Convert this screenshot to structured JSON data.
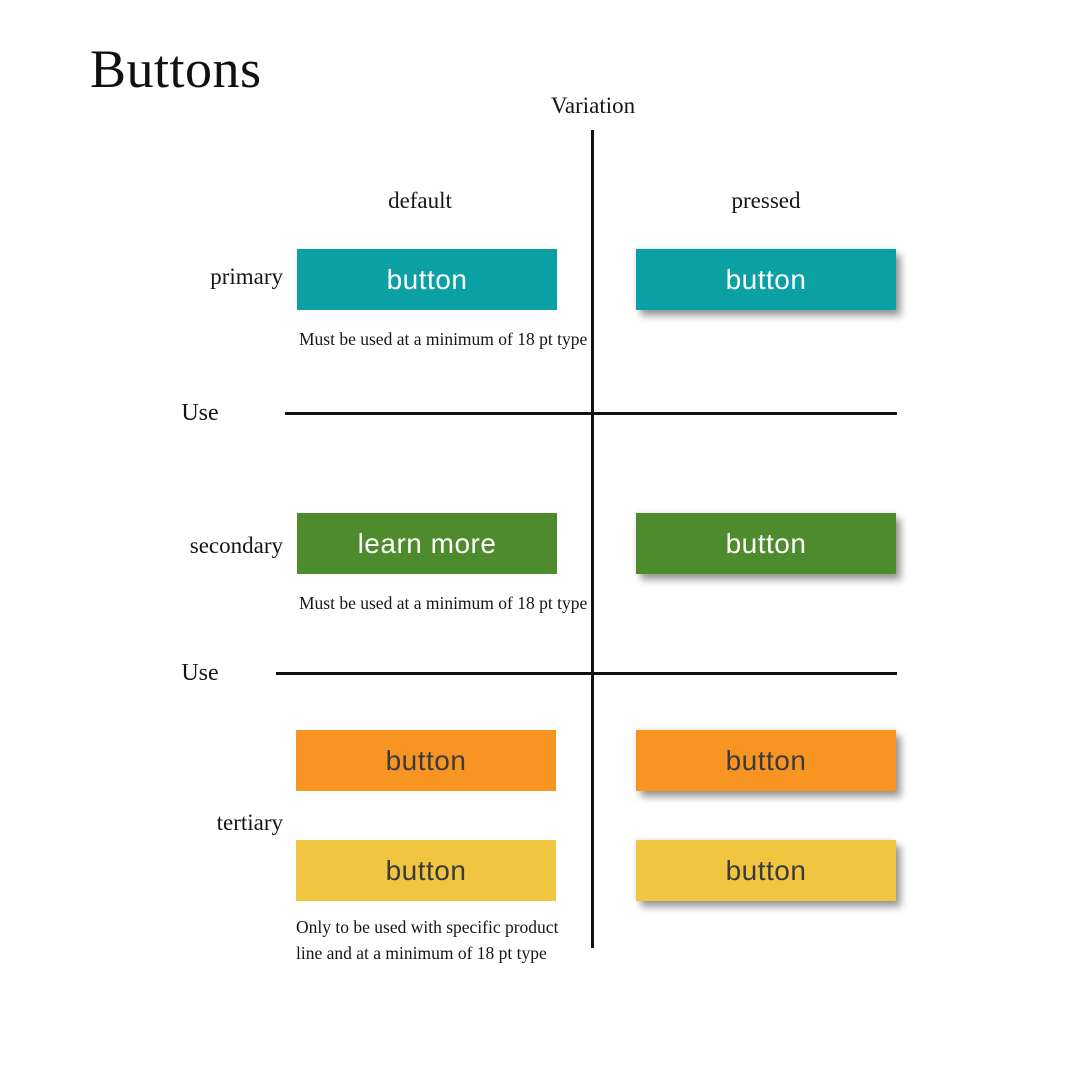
{
  "page": {
    "title": "Buttons"
  },
  "grid": {
    "column_axis_label": "Variation",
    "row_axis_label": "Use",
    "columns": {
      "default": "default",
      "pressed": "pressed"
    },
    "line_color": "#111111"
  },
  "rows": {
    "primary": {
      "label": "primary",
      "color": "#0ba0a4",
      "text_color": "#ffffff",
      "default_button": "button",
      "pressed_button": "button",
      "caption": "Must be used at a minimum of 18 pt type"
    },
    "secondary": {
      "label": "secondary",
      "color": "#4e8b2c",
      "text_color": "#ffffff",
      "default_button": "learn more",
      "pressed_button": "button",
      "caption": "Must be used at a minimum of 18 pt type"
    },
    "tertiary": {
      "label": "tertiary",
      "caption": "Only to be used with  specific product\nline and at a minimum of 18 pt type",
      "orange": {
        "color": "#f89522",
        "text_color": "#3b3b3d",
        "default_button": "button",
        "pressed_button": "button"
      },
      "yellow": {
        "color": "#f0c53f",
        "text_color": "#3b3b3d",
        "default_button": "button",
        "pressed_button": "button"
      }
    }
  }
}
